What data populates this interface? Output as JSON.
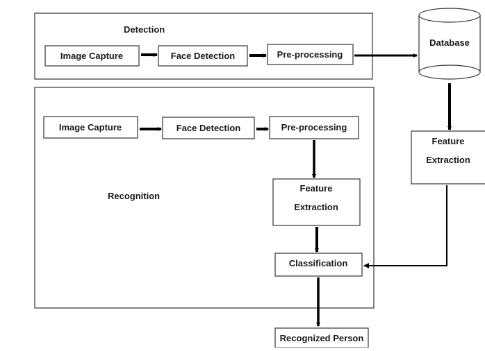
{
  "detection": {
    "title": "Detection",
    "image_capture": "Image Capture",
    "face_detection": "Face Detection",
    "preprocessing": "Pre-processing"
  },
  "database": {
    "label": "Database"
  },
  "feature_extraction_db": {
    "line1": "Feature",
    "line2": "Extraction"
  },
  "recognition": {
    "title": "Recognition",
    "image_capture": "Image Capture",
    "face_detection": "Face Detection",
    "preprocessing": "Pre-processing",
    "feature_extraction": {
      "line1": "Feature",
      "line2": "Extraction"
    },
    "classification": "Classification"
  },
  "output": {
    "label": "Recognized Person"
  }
}
